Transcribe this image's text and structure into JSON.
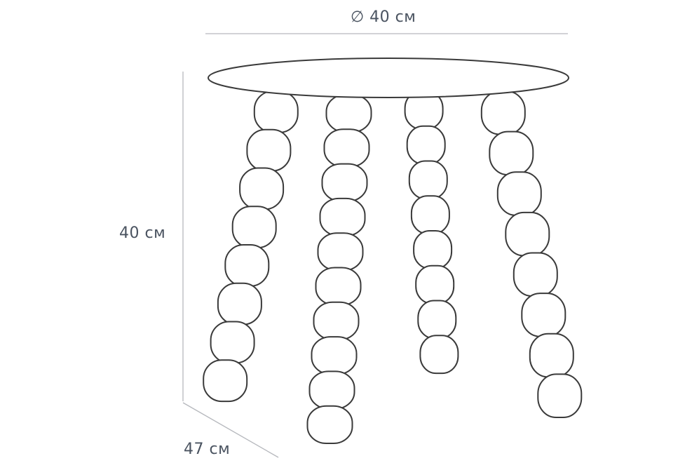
{
  "dimensions": {
    "diameter": {
      "symbol": "∅",
      "value": "40 см"
    },
    "height": {
      "value": "40 см"
    },
    "depth": {
      "value": "47 см"
    }
  },
  "colors": {
    "outline": "#3a3a3a",
    "dimension_line": "#b6b8bd",
    "label_text": "#4a5360",
    "background": "#ffffff"
  },
  "legs": {
    "count": 4
  }
}
